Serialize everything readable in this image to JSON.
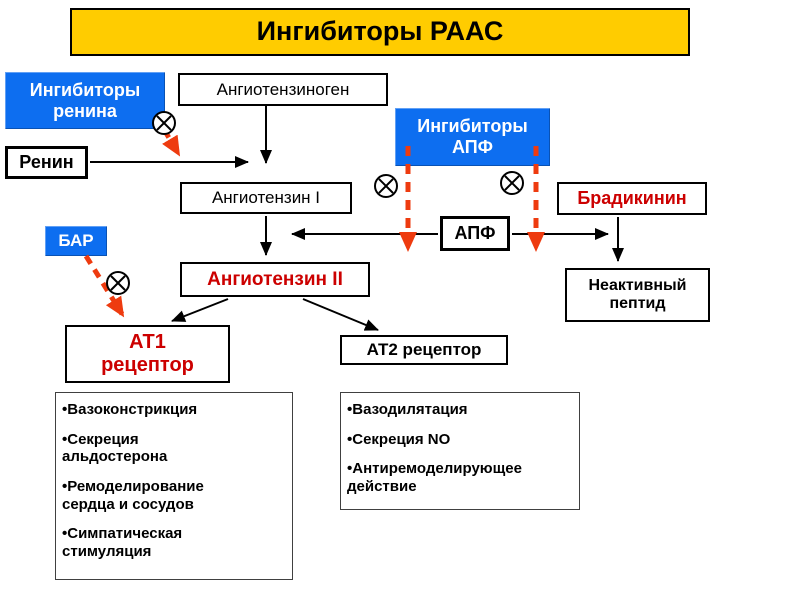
{
  "title": "Ингибиторы РААС",
  "nodes": {
    "renin_inhibitors": "Ингибиторы ренина",
    "angiotensinogen": "Ангиотензиноген",
    "ace_inhibitors": "Ингибиторы АПФ",
    "renin": "Ренин",
    "angiotensin_i": "Ангиотензин I",
    "bradykinin": "Брадикинин",
    "ace": "АПФ",
    "arb": "БАР",
    "angiotensin_ii": "Ангиотензин II",
    "inactive_peptide": "Неактивный пептид",
    "at1_receptor": "АТ1 рецептор",
    "at2_receptor": "АТ2 рецептор"
  },
  "lists": {
    "at1_effects": [
      "Вазоконстрикция",
      "Секреция альдостерона",
      "Ремоделирование сердца и сосудов",
      "Симпатическая стимуляция"
    ],
    "at2_effects": [
      "Вазодилятация",
      "Секреция NO",
      "Антиремоделирующее действие"
    ]
  },
  "icons": {
    "inhibition": "crossed-circle-icon"
  },
  "colors": {
    "background": "#FFFFFF",
    "title_bg": "#FFCC00",
    "inhibitor_box_bg": "#0D6EF0",
    "inhibitor_box_text": "#FFFFFF",
    "highlight_text": "#CC0000",
    "inhibit_arrow": "#EE3B0F",
    "arrow": "#000000",
    "box_border": "#000000"
  }
}
